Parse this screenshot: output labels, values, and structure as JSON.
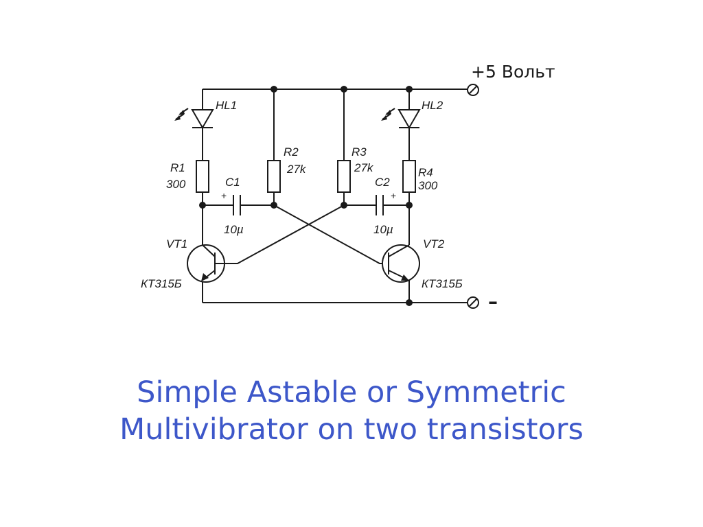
{
  "supply": {
    "positive": "+5 Вольт",
    "negative": "–"
  },
  "components": {
    "hl1": "HL1",
    "hl2": "HL2",
    "r1": {
      "name": "R1",
      "value": "300"
    },
    "r2": {
      "name": "R2",
      "value": "27k"
    },
    "r3": {
      "name": "R3",
      "value": "27k"
    },
    "r4": {
      "name": "R4",
      "value": "300"
    },
    "c1": {
      "name": "C1",
      "value": "10µ",
      "polarity": "+"
    },
    "c2": {
      "name": "C2",
      "value": "10µ",
      "polarity": "+"
    },
    "vt1": {
      "name": "VT1",
      "type": "КТ315Б"
    },
    "vt2": {
      "name": "VT2",
      "type": "КТ315Б"
    }
  },
  "caption": {
    "line1": "Simple Astable or Symmetric",
    "line2": "Multivibrator on two transistors"
  },
  "colors": {
    "caption": "#3d57c9",
    "ink": "#1a1a1a"
  }
}
